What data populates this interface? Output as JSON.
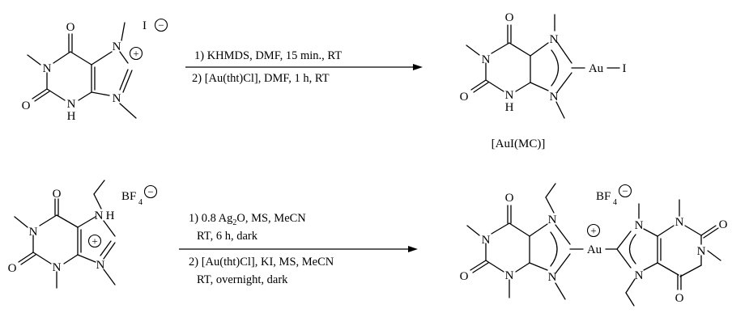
{
  "reaction1": {
    "reactant": {
      "atoms": {
        "o_top": "O",
        "o_left": "O",
        "n1": "N",
        "n3": "N",
        "h3": "H",
        "n7": "N",
        "n9": "N"
      },
      "counterion": "I",
      "charge": "+",
      "counter_charge": "−"
    },
    "conditions": [
      "1) KHMDS, DMF, 15  min., RT",
      "2) [Au(tht)Cl], DMF,  1 h, RT"
    ],
    "product": {
      "atoms": {
        "o_top": "O",
        "o_left": "O",
        "n1": "N",
        "n3": "N",
        "h3": "H",
        "n7": "N",
        "n9": "N"
      },
      "metal": "Au",
      "ligand": "I",
      "label": "[AuI(MC)]"
    }
  },
  "reaction2": {
    "reactant": {
      "atoms": {
        "o_top": "O",
        "o_left": "O",
        "n1": "N",
        "n3": "N",
        "n7": "N",
        "h7": "H",
        "n9": "N"
      },
      "counterion": "BF",
      "counterion_sub": "4",
      "charge": "+",
      "counter_charge": "−"
    },
    "conditions": [
      "1) 0.8 Ag",
      "2",
      "O, MS, MeCN",
      "RT, 6 h, dark",
      "2) [Au(tht)Cl], KI, MS, MeCN",
      "RT, overnight, dark"
    ],
    "product": {
      "atoms": {
        "o_top": "O",
        "o_left": "O",
        "n1": "N",
        "n3": "N",
        "n7": "N",
        "n9": "N",
        "n7b": "N",
        "n9b": "N",
        "n1b": "N",
        "n3b": "N",
        "o2b": "O",
        "o6b": "O"
      },
      "metal": "Au",
      "counterion": "BF",
      "counterion_sub": "4",
      "charge": "+",
      "counter_charge": "−"
    }
  }
}
